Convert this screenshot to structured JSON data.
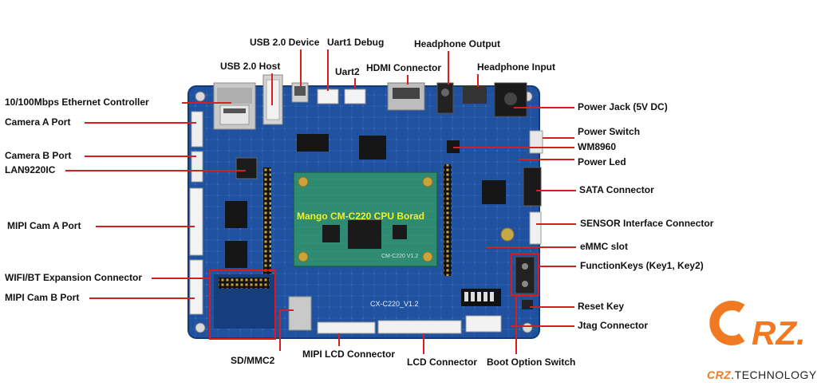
{
  "labels": {
    "usb_device": "USB 2.0 Device",
    "uart1": "Uart1 Debug",
    "headphone_out": "Headphone Output",
    "usb_host": "USB 2.0 Host",
    "hdmi": "HDMI Connector",
    "headphone_in": "Headphone Input",
    "uart2": "Uart2",
    "ethernet": "10/100Mbps  Ethernet Controller",
    "camera_a": "Camera A Port",
    "camera_b": "Camera B Port",
    "lan9220": "LAN9220IC",
    "mipi_cam_a": "MIPI Cam A Port",
    "wifi_bt": "WIFI/BT Expansion Connector",
    "mipi_cam_b": "MIPI Cam B Port",
    "sd_mmc2": "SD/MMC2",
    "mipi_lcd": "MIPI LCD Connector",
    "lcd": "LCD Connector",
    "boot_option": "Boot Option Switch",
    "power_jack": "Power Jack  (5V DC)",
    "power_switch": "Power Switch",
    "wm8960": "WM8960",
    "power_led": "Power Led",
    "sata": "SATA Connector",
    "sensor_if": "SENSOR Interface Connector",
    "emmc": "eMMC slot",
    "function_keys": "FunctionKeys (Key1, Key2)",
    "reset_key": "Reset Key",
    "jtag": "Jtag Connector"
  },
  "board": {
    "cpu_board_label": "Mango CM-C220  CPU Borad",
    "silkscreen": "CX-C220_V1.2",
    "module_silk": "CM-C220  V1.2"
  },
  "brand": {
    "logo_text": "CRZ.",
    "tech_prefix": "CRZ",
    "tech_suffix": ".TECHNOLOGY"
  },
  "colors": {
    "board": "#1d4f9c",
    "module": "#2e8a70",
    "leader": "#d42020",
    "brand_orange": "#f07921"
  }
}
